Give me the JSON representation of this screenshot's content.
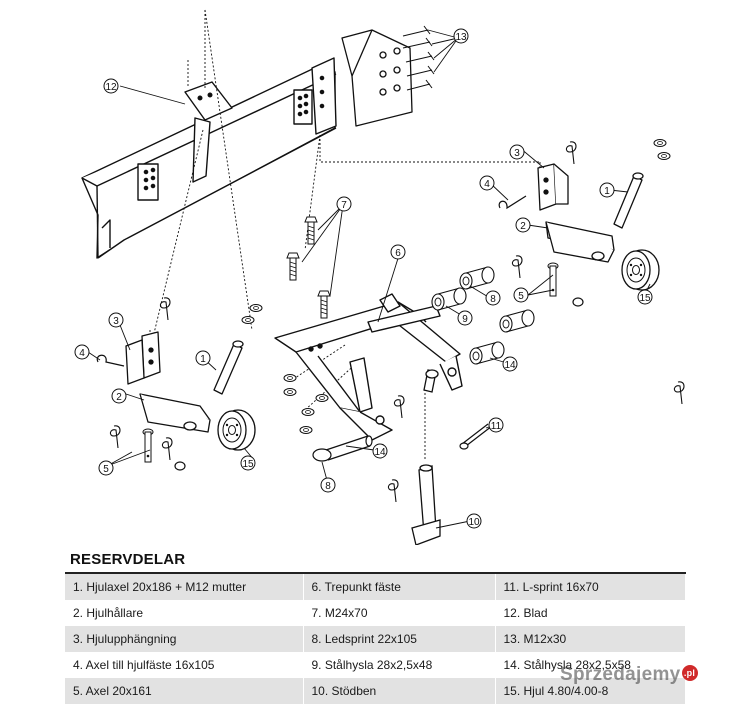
{
  "diagram": {
    "callouts": [
      "1",
      "2",
      "3",
      "4",
      "5",
      "6",
      "7",
      "8",
      "9",
      "10",
      "11",
      "12",
      "13",
      "14",
      "15"
    ]
  },
  "parts_list": {
    "title": "RESERVDELAR",
    "rows": [
      [
        "1. Hjulaxel 20x186 + M12 mutter",
        "6. Trepunkt fäste",
        "11. L-sprint 16x70"
      ],
      [
        "2. Hjulhållare",
        "7. M24x70",
        "12. Blad"
      ],
      [
        "3. Hjulupphängning",
        "8. Ledsprint 22x105",
        "13. M12x30"
      ],
      [
        "4. Axel till hjulfäste 16x105",
        "9. Stålhysla 28x2,5x48",
        "14. Stålhysla 28x2,5x58"
      ],
      [
        "5. Axel 20x161",
        "10. Stödben",
        "15. Hjul 4.80/4.00-8"
      ]
    ]
  },
  "watermark": {
    "text": "Sprzedajemy",
    "suffix": ".pl"
  }
}
